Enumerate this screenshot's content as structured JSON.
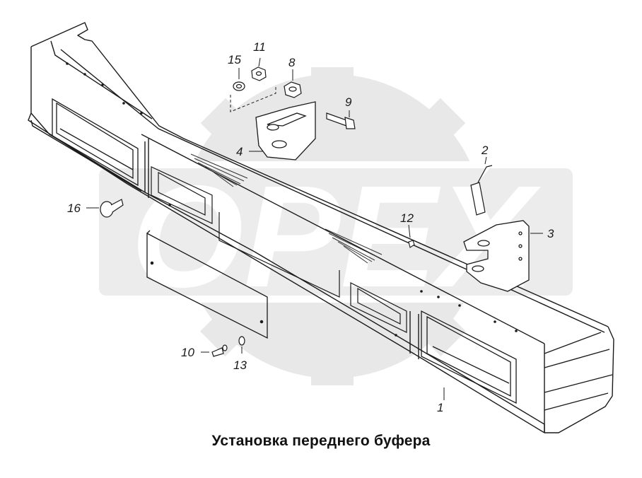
{
  "caption": "Установка переднего буфера",
  "watermark": {
    "text": "OPEX",
    "color": "#e6e6e6"
  },
  "colors": {
    "line": "#1a1a1a",
    "hatch": "#333333"
  },
  "callouts": [
    {
      "id": "1",
      "label": "1"
    },
    {
      "id": "2",
      "label": "2"
    },
    {
      "id": "3",
      "label": "3"
    },
    {
      "id": "4",
      "label": "4"
    },
    {
      "id": "8",
      "label": "8"
    },
    {
      "id": "9",
      "label": "9"
    },
    {
      "id": "10",
      "label": "10"
    },
    {
      "id": "11",
      "label": "11"
    },
    {
      "id": "12",
      "label": "12"
    },
    {
      "id": "13",
      "label": "13"
    },
    {
      "id": "15",
      "label": "15"
    },
    {
      "id": "16",
      "label": "16"
    }
  ]
}
